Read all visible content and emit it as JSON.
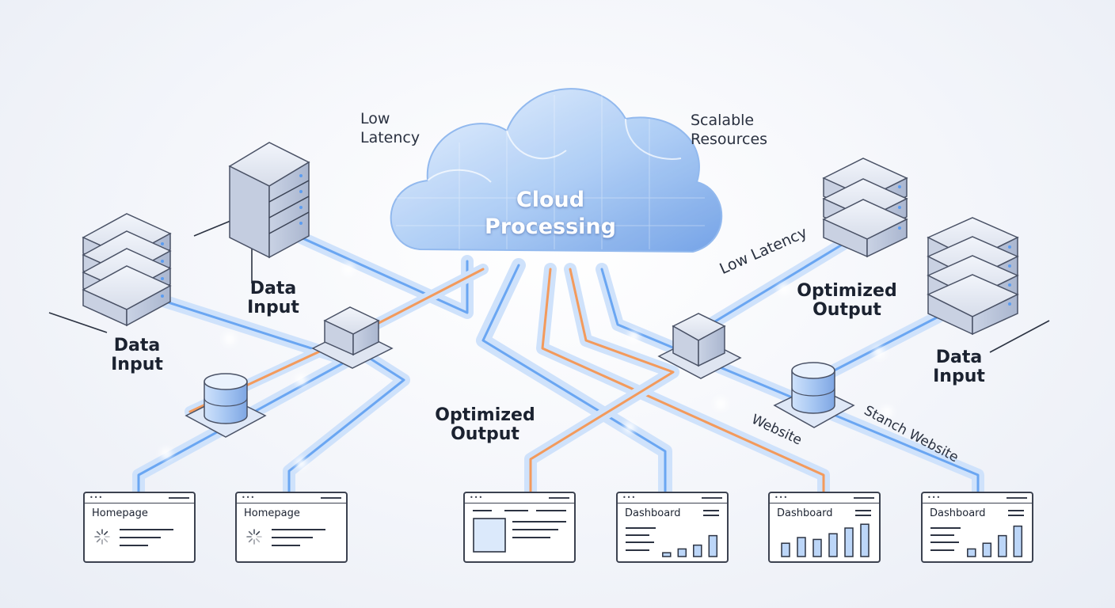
{
  "labels": {
    "low_latency_top": "Low\nLatency",
    "scalable_resources": "Scalable\nResources",
    "cloud_processing": "Cloud\nProcessing",
    "data_input_left": "Data\nInput",
    "data_input_mid": "Data\nInput",
    "data_input_right": "Data\nInput",
    "optimized_output_center": "Optimized\nOutput",
    "optimized_output_right": "Optimized\nOutput",
    "low_latency_right": "Low Latency",
    "website": "Website",
    "stanch_website": "Stanch Website"
  },
  "windows": [
    {
      "title": "Homepage",
      "kind": "loading"
    },
    {
      "title": "Homepage",
      "kind": "loading"
    },
    {
      "title": "",
      "kind": "layout"
    },
    {
      "title": "Dashboard",
      "kind": "chart",
      "bars": [
        0.1,
        0.2,
        0.3,
        0.55
      ]
    },
    {
      "title": "Dashboard",
      "kind": "chart",
      "bars": [
        0.35,
        0.5,
        0.45,
        0.6,
        0.75,
        0.85
      ]
    },
    {
      "title": "Dashboard",
      "kind": "chart",
      "bars": [
        0.2,
        0.35,
        0.55,
        0.8
      ]
    }
  ],
  "colors": {
    "flow_blue": "#5b9cf0",
    "flow_orange": "#f39a5c",
    "cloud": "#9cc4f4",
    "server": "#d4dbe9"
  }
}
